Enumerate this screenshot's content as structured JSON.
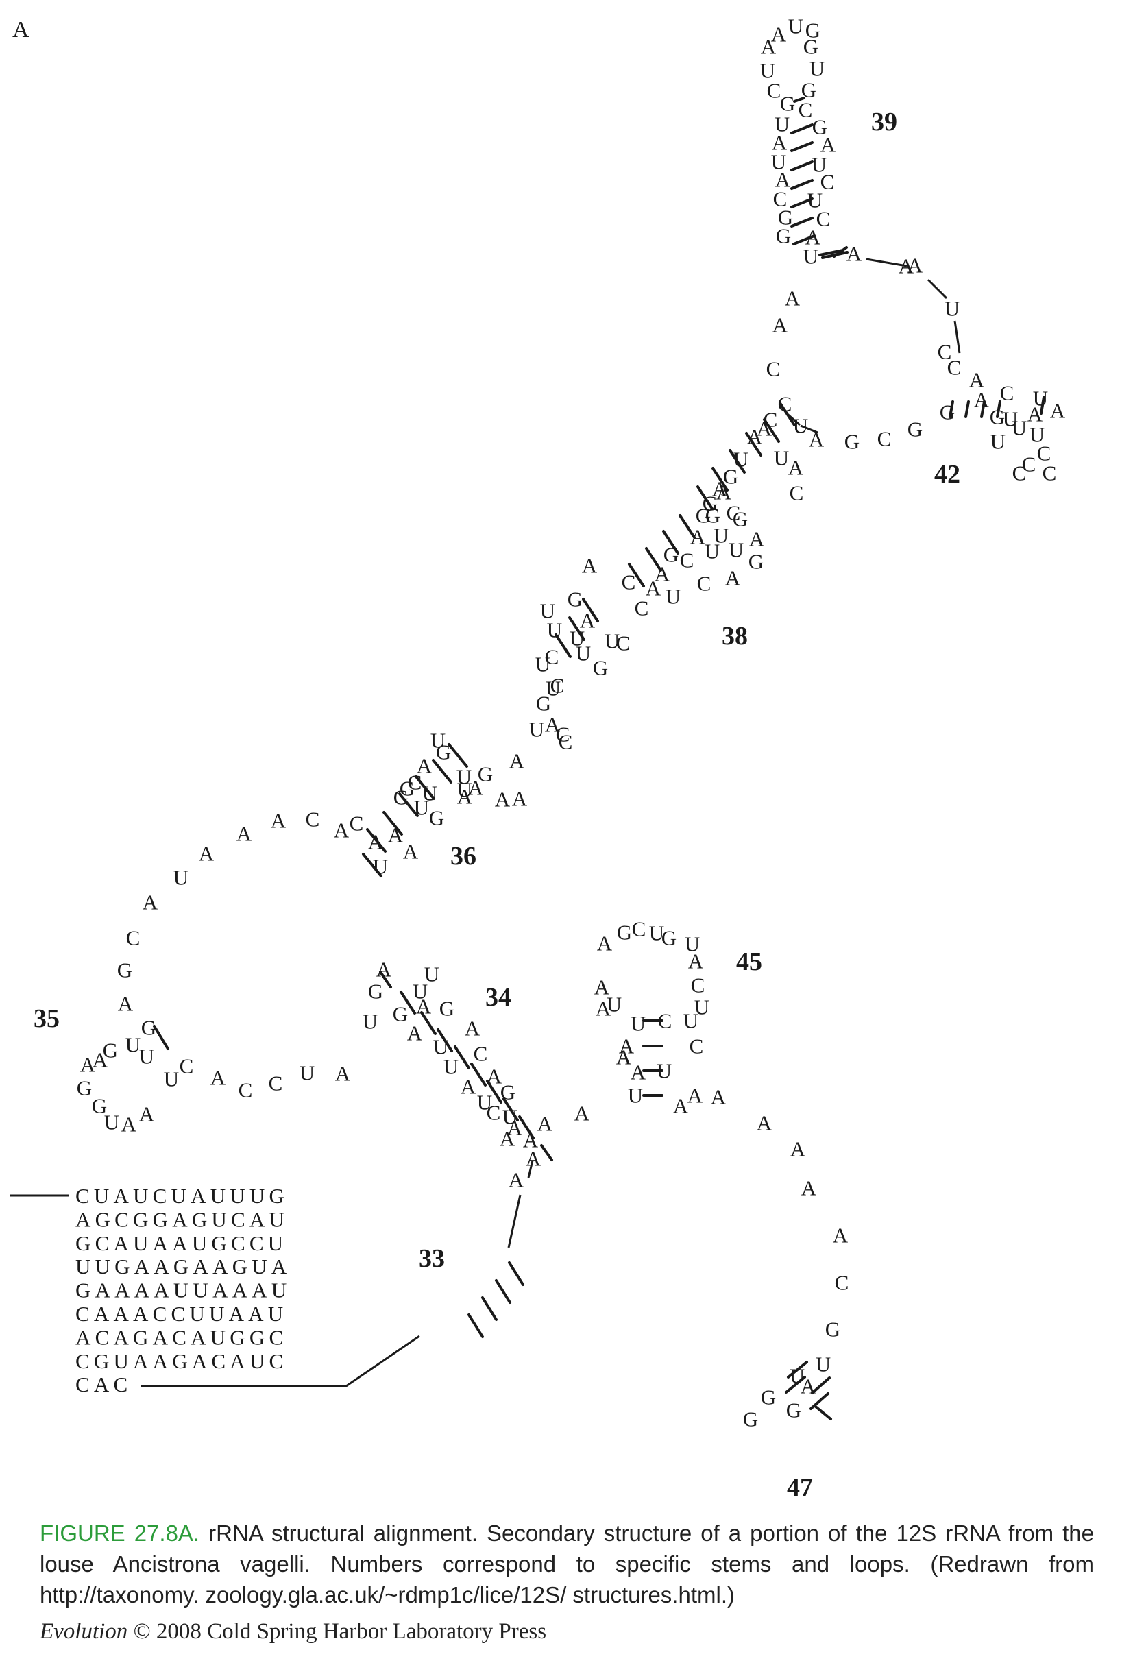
{
  "panel_label": "A",
  "loop_labels": {
    "l39": "39",
    "l42": "42",
    "l38": "38",
    "l36": "36",
    "l35": "35",
    "l34": "34",
    "l45": "45",
    "l33": "33",
    "l47": "47"
  },
  "sequence_block": [
    "CUAUCUAUUUG",
    "AGCGGAGUCAU",
    "GCAUAAUGCCU",
    "UUGAAGAAGUA",
    "GAAAAUUAAAU",
    "CAAACCUUAAU",
    "ACAGACAUGGC",
    "CGUAAGACAUC",
    "CAC"
  ],
  "nucleotides": [
    "G",
    "U",
    "A",
    "A",
    "G",
    "U",
    "U",
    "C",
    "G",
    "G",
    "C",
    "U",
    "G",
    "A",
    "A",
    "U",
    "U",
    "A",
    "C",
    "C",
    "U",
    "G",
    "C",
    "G",
    "A",
    "U",
    "A",
    "A",
    "A",
    "A",
    "U",
    "A",
    "C",
    "C",
    "C",
    "A",
    "A",
    "G",
    "C",
    "U",
    "G",
    "A",
    "U",
    "A",
    "U",
    "U",
    "U",
    "C",
    "C",
    "C",
    "C",
    "C",
    "C",
    "A",
    "A",
    "G",
    "C",
    "G",
    "U",
    "A",
    "A",
    "U",
    "U",
    "G",
    "C",
    "A",
    "A",
    "G",
    "G",
    "G",
    "C",
    "G",
    "A",
    "U",
    "G",
    "U",
    "A",
    "U",
    "C",
    "A",
    "C",
    "G",
    "A",
    "U",
    "C",
    "A",
    "C",
    "U",
    "G",
    "A",
    "U",
    "C",
    "A",
    "U",
    "U",
    "U",
    "G",
    "C",
    "U",
    "U",
    "C",
    "G",
    "A",
    "C",
    "C",
    "U",
    "A",
    "A",
    "U",
    "A",
    "G",
    "U",
    "G",
    "A",
    "G",
    "A",
    "A",
    "C",
    "G",
    "U",
    "G",
    "U",
    "U",
    "C",
    "A",
    "A",
    "A",
    "U",
    "A",
    "C",
    "A",
    "A",
    "A",
    "U",
    "A",
    "C",
    "G",
    "A",
    "G",
    "U",
    "U",
    "G",
    "A",
    "A",
    "G",
    "G",
    "U",
    "A",
    "A",
    "U",
    "C",
    "A",
    "C",
    "C",
    "U",
    "A",
    "U",
    "G",
    "A",
    "U",
    "G",
    "U",
    "A",
    "G",
    "A",
    "U",
    "A",
    "C",
    "U",
    "A",
    "A",
    "U",
    "G",
    "C",
    "U",
    "A",
    "A",
    "A",
    "A",
    "A",
    "A",
    "A",
    "A",
    "G",
    "C",
    "U",
    "G",
    "U",
    "A",
    "C",
    "U",
    "U",
    "C",
    "U",
    "A",
    "A",
    "U",
    "A",
    "A",
    "A",
    "C",
    "U",
    "U",
    "A",
    "A",
    "A",
    "A",
    "A",
    "A",
    "A",
    "C",
    "G",
    "U",
    "U",
    "A",
    "G",
    "G",
    "G"
  ],
  "figure_label": "FIGURE 27.8A.",
  "caption_text": "rRNA structural alignment. Secondary structure of a portion of the 12S rRNA from the louse Ancistrona vagelli. Numbers correspond to specific stems and loops. (Redrawn from http://taxonomy. zoology.gla.ac.uk/~rdmp1c/lice/12S/ structures.html.)",
  "credit_title": "Evolution",
  "credit_rest": " © 2008 Cold Spring Harbor Laboratory Press"
}
